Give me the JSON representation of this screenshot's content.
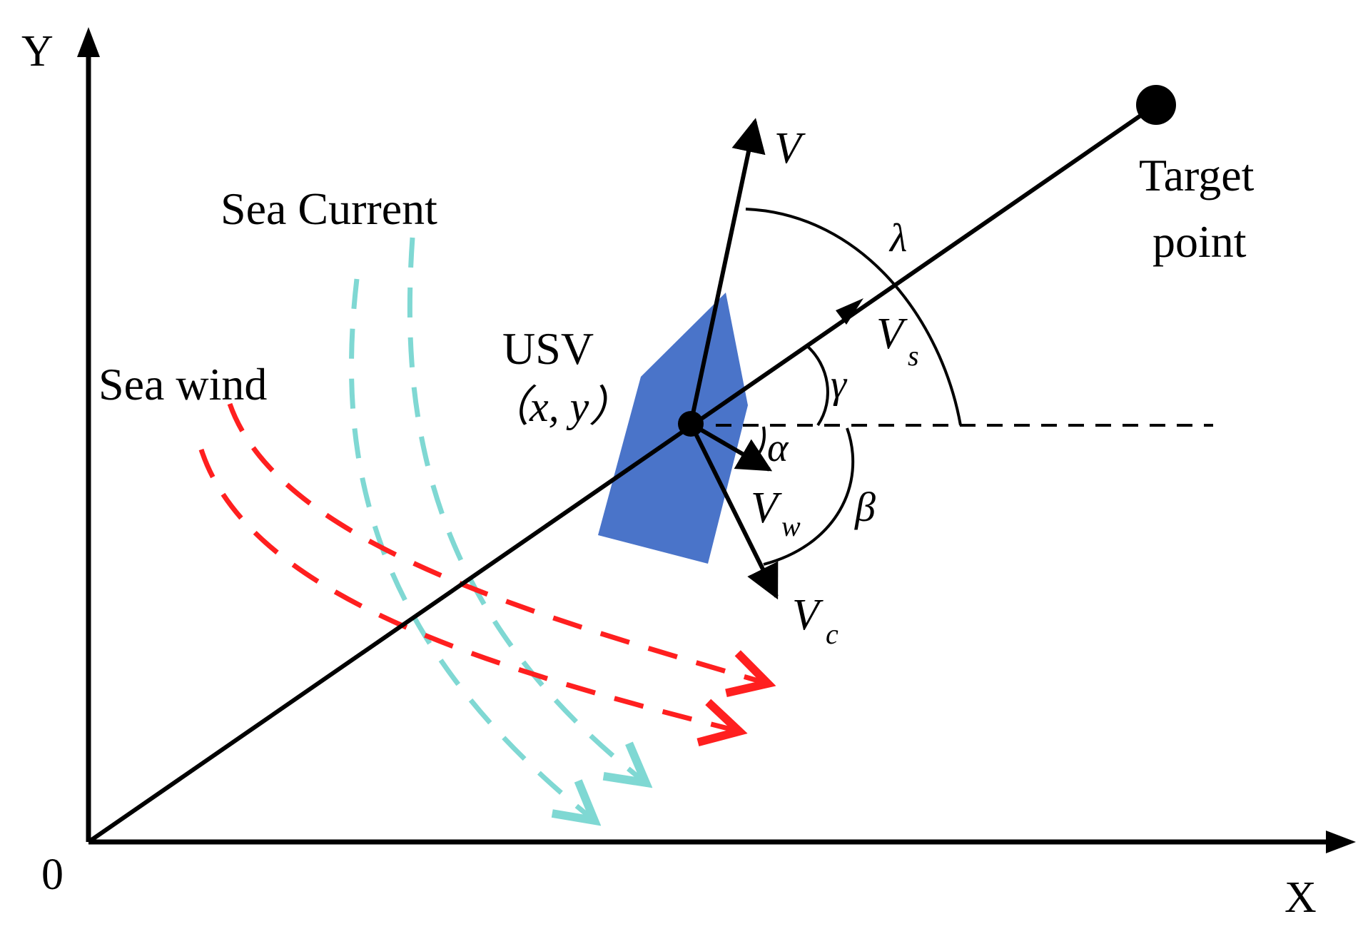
{
  "axes": {
    "y_label": "Y",
    "x_label": "X",
    "origin_label": "0"
  },
  "labels": {
    "sea_current": "Sea Current",
    "sea_wind": "Sea wind",
    "usv": "USV",
    "usv_coords": "（x, y）",
    "target_line1": "Target",
    "target_line2": "point"
  },
  "symbols": {
    "v": "V",
    "vs_main": "V",
    "vs_sub": "s",
    "vw_main": "V",
    "vw_sub": "w",
    "vc_main": "V",
    "vc_sub": "c",
    "lambda": "λ",
    "gamma": "γ",
    "alpha": "α",
    "beta": "β"
  },
  "colors": {
    "axis": "#000000",
    "usv_body": "#4a74c9",
    "sea_current": "#7fd8d3",
    "sea_wind": "#ff1f1f"
  }
}
